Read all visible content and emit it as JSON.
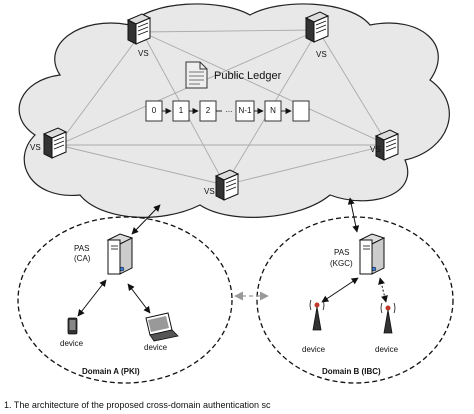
{
  "ledger": {
    "title": "Public Ledger",
    "blocks": [
      "0",
      "1",
      "2",
      "...",
      "N-1",
      "N",
      ""
    ]
  },
  "vs_label": "VS",
  "domain_a": {
    "title": "Domain A (PKI)",
    "server_label_1": "PAS",
    "server_label_2": "(CA)",
    "device_labels": [
      "device",
      "device"
    ]
  },
  "domain_b": {
    "title": "Domain B (IBC)",
    "server_label_1": "PAS",
    "server_label_2": "(KGC)",
    "device_labels": [
      "device",
      "device"
    ]
  },
  "caption": "1.  The architecture of the proposed cross-domain authentication sc"
}
